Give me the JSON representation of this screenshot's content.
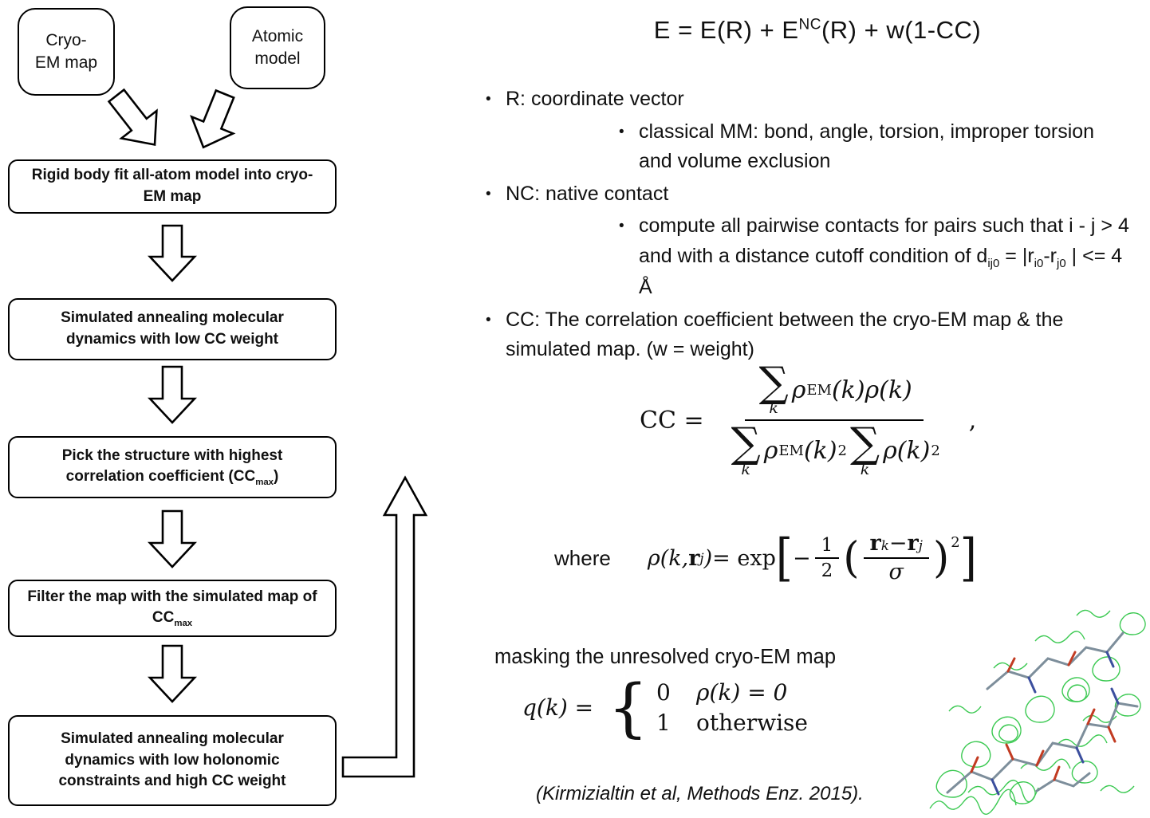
{
  "flowchart": {
    "inputs": [
      {
        "label": "Cryo-\nEM map"
      },
      {
        "label": "Atomic\nmodel"
      }
    ],
    "steps": [
      {
        "text": "Rigid body fit all-atom model into cryo-EM map"
      },
      {
        "text": "Simulated annealing molecular dynamics with low CC weight"
      },
      {
        "pre": "Pick the structure with highest correlation coefficient (CC",
        "sub": "max",
        "post": ")"
      },
      {
        "pre": "Filter the map with the simulated map of CC",
        "sub": "max",
        "post": ""
      },
      {
        "text": "Simulated annealing molecular dynamics with low holonomic constraints and high CC weight"
      }
    ]
  },
  "energy_equation": {
    "part1": "E = E(R) + E",
    "sup": "NC",
    "part2": "(R) + w(1-CC)"
  },
  "bullets": {
    "r_label": "R: coordinate vector",
    "r_sub": "classical MM: bond, angle, torsion, improper torsion and volume exclusion",
    "nc_label": "NC: native contact",
    "nc_sub": {
      "pre": "compute all pairwise contacts for pairs such that i - j > 4 and with a distance cutoff condition of d",
      "sub1": "ij0",
      "mid1": " = |r",
      "sub2": "i0",
      "mid2": "-r",
      "sub3": "j0",
      "post": " | <= 4 Å"
    },
    "cc_label": "CC: The correlation coefficient between the cryo-EM map & the simulated map. (w = weight)"
  },
  "cc_equation": {
    "lhs": "CC =",
    "numerator": {
      "sigma": "∑",
      "sigma_sub": "k",
      "rho": "ρ",
      "sup": "EM",
      "rest": "(k)ρ(k)"
    },
    "denominator": {
      "sigma1": "∑",
      "sigma1_sub": "k",
      "rho1": "ρ",
      "sup1": "EM",
      "mid1": "(k)",
      "sq1": "2",
      "sigma2": "∑",
      "sigma2_sub": "k",
      "rho2": "ρ(k)",
      "sq2": "2"
    },
    "comma": ","
  },
  "rho_equation": {
    "where": "where",
    "lhs1": "ρ(k, ",
    "r_vec": "r",
    "r_vec_sub": "j",
    "rparen": ")",
    "eq_exp": " = exp",
    "bracket_open": "[",
    "minus": "−",
    "half_num": "1",
    "half_den": "2",
    "paren_open": "(",
    "num_r1": "r",
    "num_r1_sub": "k",
    "num_minus": " − ",
    "num_r2": "r",
    "num_r2_sub": "j",
    "den_sigma": "σ",
    "paren_close": ")",
    "power": "2",
    "bracket_close": "]"
  },
  "masking": {
    "label": "masking the unresolved cryo-EM map",
    "q_lhs": "q(k) =",
    "brace": "{",
    "rows": [
      {
        "value": "0",
        "condition": "ρ(k) = 0"
      },
      {
        "value": "1",
        "condition": "otherwise"
      }
    ]
  },
  "citation": "(Kirmizialtin et al, Methods Enz. 2015).",
  "molecule": {
    "name": "cryo-em-density-mesh-with-stick-model",
    "mesh_color": "#27c440",
    "stick_color": "#7d8e9b",
    "oxygen_color": "#c23b22",
    "nitrogen_color": "#3c4f9e"
  }
}
